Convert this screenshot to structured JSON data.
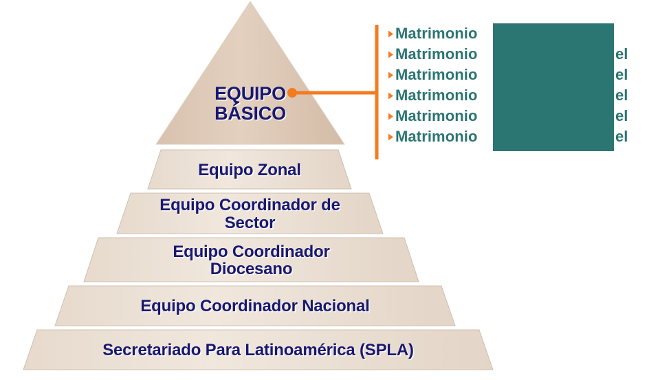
{
  "diagram": {
    "type": "pyramid-hierarchy",
    "levels": [
      {
        "id": "equipo-basico",
        "label": "EQUIPO\nBÁSICO",
        "shape": "triangle-apex",
        "fill": "#dcc8b4"
      },
      {
        "id": "equipo-zonal",
        "label": "Equipo Zonal",
        "shape": "trapezoid",
        "fill": "#ece1d6"
      },
      {
        "id": "equipo-coordinador-sector",
        "label": "Equipo Coordinador de\nSector",
        "shape": "trapezoid",
        "fill": "#ece1d6"
      },
      {
        "id": "equipo-coordinador-diocesano",
        "label": "Equipo Coordinador\nDiocesano",
        "shape": "trapezoid",
        "fill": "#ece1d6"
      },
      {
        "id": "equipo-coordinador-nacional",
        "label": "Equipo Coordinador Nacional",
        "shape": "trapezoid",
        "fill": "#ece1d6"
      },
      {
        "id": "secretariado-spla",
        "label": "Secretariado Para Latinoamérica (SPLA)",
        "shape": "trapezoid",
        "fill": "#ece1d6"
      }
    ]
  },
  "callout": {
    "source_level": "equipo-basico",
    "connector_icon": "elbow-connector-line",
    "connector_dot_icon": "connector-dot",
    "bullet_icon": "triangle-bullet-icon",
    "items": [
      {
        "text": "Matrimonio",
        "redacted": true
      },
      {
        "text": "Matrimonio",
        "redacted": true,
        "trailing_fragment": "el"
      },
      {
        "text": "Matrimonio",
        "redacted": true,
        "trailing_fragment": "el"
      },
      {
        "text": "Matrimonio",
        "redacted": true,
        "trailing_fragment": "el"
      },
      {
        "text": "Matrimonio",
        "redacted": true,
        "trailing_fragment": "el"
      },
      {
        "text": "Matrimonio",
        "redacted": true,
        "trailing_fragment": "el"
      }
    ]
  },
  "redaction": {
    "name": "redaction-overlay",
    "color": "#2b7572"
  },
  "colors": {
    "text_navy": "#181870",
    "text_teal": "#2b7572",
    "accent_orange": "#f47b20",
    "apex_fill": "#dcc8b4",
    "tier_fill": "#ece1d6",
    "background": "#ffffff"
  }
}
